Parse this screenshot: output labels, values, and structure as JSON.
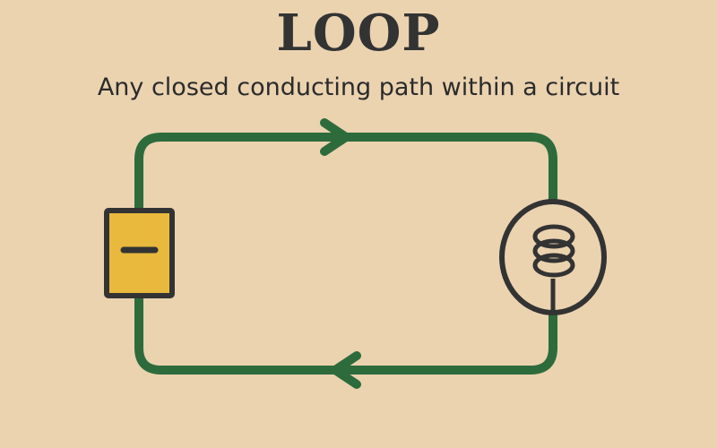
{
  "title": "LOOP",
  "subtitle": "Any closed conducting path within a circuit",
  "colors": {
    "background": "#ebd3b0",
    "wire": "#2e6b3c",
    "battery_fill": "#e9b93d",
    "outline": "#333333"
  },
  "diagram": {
    "components": [
      {
        "type": "battery",
        "symbol": "minus",
        "side": "left"
      },
      {
        "type": "lamp",
        "symbol": "coil",
        "side": "right"
      }
    ],
    "arrows": [
      {
        "position": "top",
        "direction": "right"
      },
      {
        "position": "bottom",
        "direction": "left"
      }
    ]
  }
}
